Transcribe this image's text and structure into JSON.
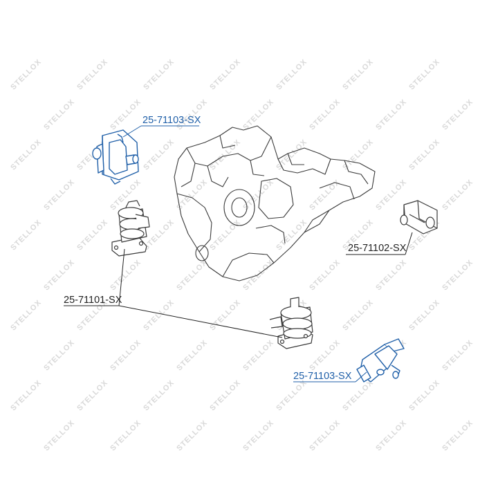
{
  "watermark": {
    "brand_text": "STELLOX",
    "color": "#d9d9d9"
  },
  "colors": {
    "highlight": "#1f5fa8",
    "outline": "#3a3a3a",
    "leader": "#222222"
  },
  "labels": {
    "top_mount": "25-71103-SX",
    "rear_mount": "25-71102-SX",
    "front_mounts": "25-71101-SX",
    "bottom_mount": "25-71103-SX"
  }
}
